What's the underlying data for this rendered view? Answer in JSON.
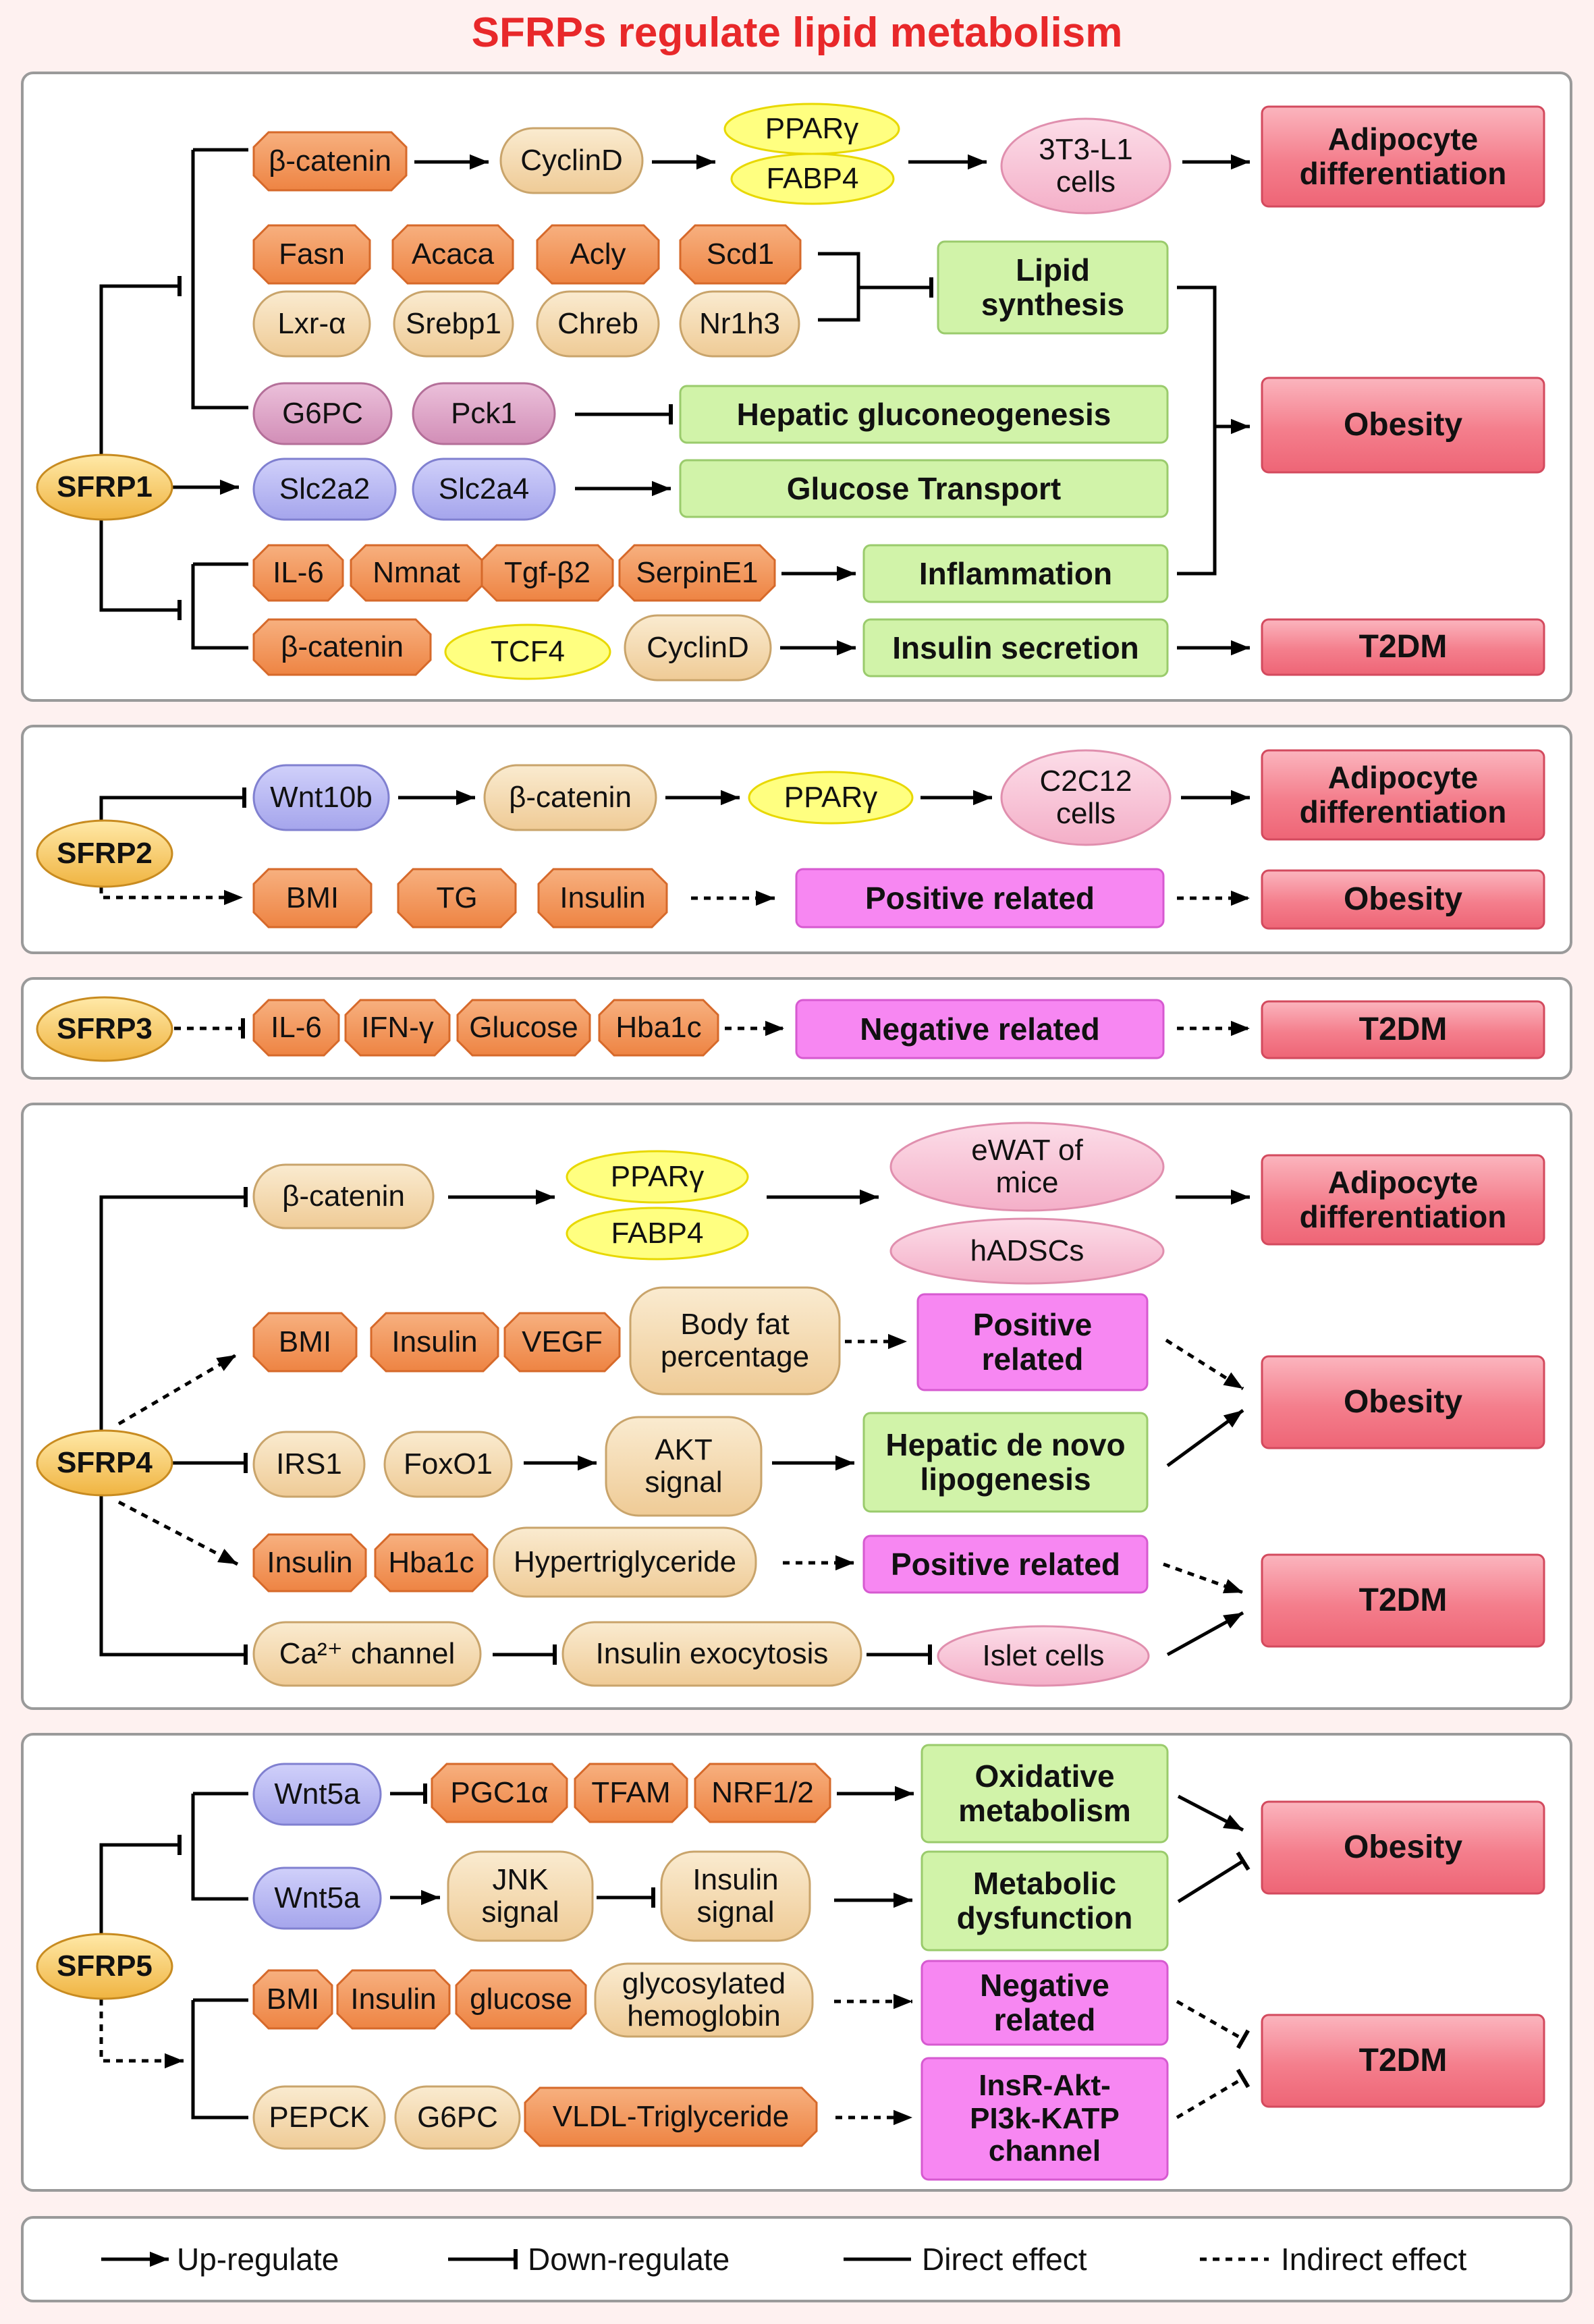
{
  "title": "SFRPs regulate lipid metabolism",
  "colors": {
    "title": "#E8282A",
    "orange": "#F2965A",
    "tan": "#F3D9B0",
    "lavender": "#B3B3F1",
    "mauve": "#D99ABF",
    "yellow": "#FFFF80",
    "pinkEllipse": "#F9C3D8",
    "green": "#D1F3A9",
    "magenta": "#F787F2",
    "outcome": "#F47E8C",
    "sfrp": "#F5C261",
    "panelStroke": "#9A9A9A"
  },
  "legend": {
    "up": "Up-regulate",
    "down": "Down-regulate",
    "direct": "Direct effect",
    "indirect": "Indirect effect"
  },
  "panels": [
    {
      "name": "panel-sfrp1",
      "nodes": [
        {
          "id": "sfrp1",
          "text": "SFRP1",
          "shape": "sfrp"
        },
        {
          "id": "p1_bcat1",
          "text": "β-catenin",
          "shape": "oct"
        },
        {
          "id": "p1_cyclind1",
          "text": "CyclinD",
          "shape": "tan"
        },
        {
          "id": "p1_pparg",
          "text": "PPARγ",
          "shape": "yellow"
        },
        {
          "id": "p1_fabp4",
          "text": "FABP4",
          "shape": "yellow"
        },
        {
          "id": "p1_3t3",
          "text": "3T3-L1\ncells",
          "shape": "ellipse"
        },
        {
          "id": "p1_adipo",
          "text": "Adipocyte\ndifferentiation",
          "shape": "outcome"
        },
        {
          "id": "p1_fasn",
          "text": "Fasn",
          "shape": "oct"
        },
        {
          "id": "p1_acaca",
          "text": "Acaca",
          "shape": "oct"
        },
        {
          "id": "p1_acly",
          "text": "Acly",
          "shape": "oct"
        },
        {
          "id": "p1_scd1",
          "text": "Scd1",
          "shape": "oct"
        },
        {
          "id": "p1_lxr",
          "text": "Lxr-α",
          "shape": "tan"
        },
        {
          "id": "p1_srebp1",
          "text": "Srebp1",
          "shape": "tan"
        },
        {
          "id": "p1_chreb",
          "text": "Chreb",
          "shape": "tan"
        },
        {
          "id": "p1_nr1h3",
          "text": "Nr1h3",
          "shape": "tan"
        },
        {
          "id": "p1_lipid",
          "text": "Lipid\nsynthesis",
          "shape": "green"
        },
        {
          "id": "p1_g6pc",
          "text": "G6PC",
          "shape": "mauve"
        },
        {
          "id": "p1_pck1",
          "text": "Pck1",
          "shape": "mauve"
        },
        {
          "id": "p1_hepgluco",
          "text": "Hepatic gluconeogenesis",
          "shape": "green"
        },
        {
          "id": "p1_slc2a2",
          "text": "Slc2a2",
          "shape": "lav"
        },
        {
          "id": "p1_slc2a4",
          "text": "Slc2a4",
          "shape": "lav"
        },
        {
          "id": "p1_glut",
          "text": "Glucose Transport",
          "shape": "green"
        },
        {
          "id": "p1_obesity",
          "text": "Obesity",
          "shape": "outcome"
        },
        {
          "id": "p1_il6",
          "text": "IL-6",
          "shape": "oct"
        },
        {
          "id": "p1_nmnat",
          "text": "Nmnat",
          "shape": "oct"
        },
        {
          "id": "p1_tgfb2",
          "text": "Tgf-β2",
          "shape": "oct"
        },
        {
          "id": "p1_serpine1",
          "text": "SerpinE1",
          "shape": "oct"
        },
        {
          "id": "p1_inflam",
          "text": "Inflammation",
          "shape": "green"
        },
        {
          "id": "p1_bcat2",
          "text": "β-catenin",
          "shape": "oct"
        },
        {
          "id": "p1_tcf4",
          "text": "TCF4",
          "shape": "yellow"
        },
        {
          "id": "p1_cyclind2",
          "text": "CyclinD",
          "shape": "tan"
        },
        {
          "id": "p1_insec",
          "text": "Insulin secretion",
          "shape": "green"
        },
        {
          "id": "p1_t2dm",
          "text": "T2DM",
          "shape": "outcome"
        }
      ]
    },
    {
      "name": "panel-sfrp2",
      "nodes": [
        {
          "id": "sfrp2",
          "text": "SFRP2",
          "shape": "sfrp"
        },
        {
          "id": "p2_wnt10b",
          "text": "Wnt10b",
          "shape": "lav"
        },
        {
          "id": "p2_bcat",
          "text": "β-catenin",
          "shape": "tan"
        },
        {
          "id": "p2_pparg",
          "text": "PPARγ",
          "shape": "yellow"
        },
        {
          "id": "p2_c2c12",
          "text": "C2C12\ncells",
          "shape": "ellipse"
        },
        {
          "id": "p2_adipo",
          "text": "Adipocyte\ndifferentiation",
          "shape": "outcome"
        },
        {
          "id": "p2_bmi",
          "text": "BMI",
          "shape": "oct"
        },
        {
          "id": "p2_tg",
          "text": "TG",
          "shape": "oct"
        },
        {
          "id": "p2_insulin",
          "text": "Insulin",
          "shape": "oct"
        },
        {
          "id": "p2_posrel",
          "text": "Positive related",
          "shape": "magenta"
        },
        {
          "id": "p2_obesity",
          "text": "Obesity",
          "shape": "outcome"
        }
      ]
    },
    {
      "name": "panel-sfrp3",
      "nodes": [
        {
          "id": "sfrp3",
          "text": "SFRP3",
          "shape": "sfrp"
        },
        {
          "id": "p3_il6",
          "text": "IL-6",
          "shape": "oct"
        },
        {
          "id": "p3_ifng",
          "text": "IFN-γ",
          "shape": "oct"
        },
        {
          "id": "p3_glucose",
          "text": "Glucose",
          "shape": "oct"
        },
        {
          "id": "p3_hba1c",
          "text": "Hba1c",
          "shape": "oct"
        },
        {
          "id": "p3_negrel",
          "text": "Negative related",
          "shape": "magenta"
        },
        {
          "id": "p3_t2dm",
          "text": "T2DM",
          "shape": "outcome"
        }
      ]
    },
    {
      "name": "panel-sfrp4",
      "nodes": [
        {
          "id": "sfrp4",
          "text": "SFRP4",
          "shape": "sfrp"
        },
        {
          "id": "p4_bcat",
          "text": "β-catenin",
          "shape": "tan"
        },
        {
          "id": "p4_pparg",
          "text": "PPARγ",
          "shape": "yellow"
        },
        {
          "id": "p4_fabp4",
          "text": "FABP4",
          "shape": "yellow"
        },
        {
          "id": "p4_ewat",
          "text": "eWAT of\nmice",
          "shape": "ellipse"
        },
        {
          "id": "p4_hadsc",
          "text": "hADSCs",
          "shape": "ellipse"
        },
        {
          "id": "p4_adipo",
          "text": "Adipocyte\ndifferentiation",
          "shape": "outcome"
        },
        {
          "id": "p4_bmi",
          "text": "BMI",
          "shape": "oct"
        },
        {
          "id": "p4_insulin",
          "text": "Insulin",
          "shape": "oct"
        },
        {
          "id": "p4_vegf",
          "text": "VEGF",
          "shape": "oct"
        },
        {
          "id": "p4_bodyfat",
          "text": "Body fat\npercentage",
          "shape": "tan"
        },
        {
          "id": "p4_posrel1",
          "text": "Positive\nrelated",
          "shape": "magenta"
        },
        {
          "id": "p4_obesity",
          "text": "Obesity",
          "shape": "outcome"
        },
        {
          "id": "p4_irs1",
          "text": "IRS1",
          "shape": "tan"
        },
        {
          "id": "p4_foxo1",
          "text": "FoxO1",
          "shape": "tan"
        },
        {
          "id": "p4_akt",
          "text": "AKT\nsignal",
          "shape": "tan"
        },
        {
          "id": "p4_hepdenovo",
          "text": "Hepatic de novo\nlipogenesis",
          "shape": "green"
        },
        {
          "id": "p4_insulin2",
          "text": "Insulin",
          "shape": "oct"
        },
        {
          "id": "p4_hba1c",
          "text": "Hba1c",
          "shape": "oct"
        },
        {
          "id": "p4_hypertg",
          "text": "Hypertriglyceride",
          "shape": "tan"
        },
        {
          "id": "p4_posrel2",
          "text": "Positive related",
          "shape": "magenta"
        },
        {
          "id": "p4_ca",
          "text": "Ca²⁺ channel",
          "shape": "tan"
        },
        {
          "id": "p4_exocyt",
          "text": "Insulin exocytosis",
          "shape": "tan"
        },
        {
          "id": "p4_islet",
          "text": "Islet cells",
          "shape": "ellipse"
        },
        {
          "id": "p4_t2dm",
          "text": "T2DM",
          "shape": "outcome"
        }
      ]
    },
    {
      "name": "panel-sfrp5",
      "nodes": [
        {
          "id": "sfrp5",
          "text": "SFRP5",
          "shape": "sfrp"
        },
        {
          "id": "p5_wnt5a1",
          "text": "Wnt5a",
          "shape": "lav"
        },
        {
          "id": "p5_pgc1a",
          "text": "PGC1α",
          "shape": "oct"
        },
        {
          "id": "p5_tfam",
          "text": "TFAM",
          "shape": "oct"
        },
        {
          "id": "p5_nrf12",
          "text": "NRF1/2",
          "shape": "oct"
        },
        {
          "id": "p5_oxmet",
          "text": "Oxidative\nmetabolism",
          "shape": "green"
        },
        {
          "id": "p5_wnt5a2",
          "text": "Wnt5a",
          "shape": "lav"
        },
        {
          "id": "p5_jnk",
          "text": "JNK\nsignal",
          "shape": "tan"
        },
        {
          "id": "p5_inssig",
          "text": "Insulin\nsignal",
          "shape": "tan"
        },
        {
          "id": "p5_metdys",
          "text": "Metabolic\ndysfunction",
          "shape": "green"
        },
        {
          "id": "p5_obesity",
          "text": "Obesity",
          "shape": "outcome"
        },
        {
          "id": "p5_bmi",
          "text": "BMI",
          "shape": "oct"
        },
        {
          "id": "p5_insulin",
          "text": "Insulin",
          "shape": "oct"
        },
        {
          "id": "p5_glucose",
          "text": "glucose",
          "shape": "oct"
        },
        {
          "id": "p5_glyhb",
          "text": "glycosylated\nhemoglobin",
          "shape": "tan"
        },
        {
          "id": "p5_negrel",
          "text": "Negative\nrelated",
          "shape": "magenta"
        },
        {
          "id": "p5_pepck",
          "text": "PEPCK",
          "shape": "tan"
        },
        {
          "id": "p5_g6pc",
          "text": "G6PC",
          "shape": "tan"
        },
        {
          "id": "p5_vldl",
          "text": "VLDL-Triglyceride",
          "shape": "oct"
        },
        {
          "id": "p5_insr",
          "text": "InsR-Akt-\nPI3k-KATP\nchannel",
          "shape": "magenta"
        },
        {
          "id": "p5_t2dm",
          "text": "T2DM",
          "shape": "outcome"
        }
      ]
    }
  ]
}
